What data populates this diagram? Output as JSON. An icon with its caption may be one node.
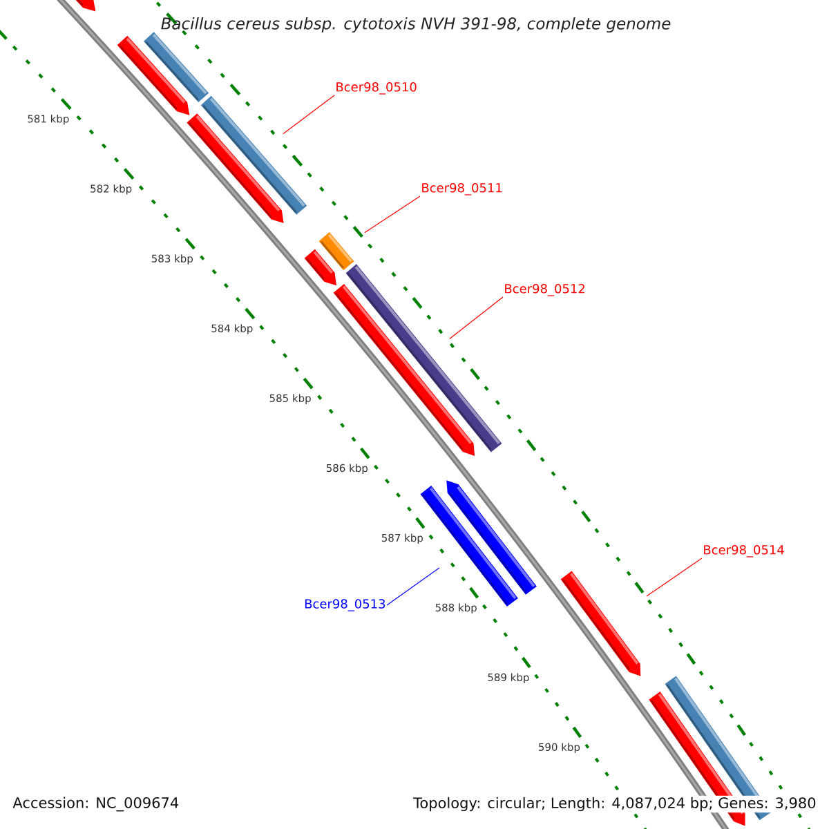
{
  "diagram": {
    "title": "Bacillus cereus subsp. cytotoxis NVH 391-98, complete genome",
    "nodes": [
      {
        "text": [
          "Bcer98_0510"
        ]
      },
      {
        "text": [
          "Bcer98_0511"
        ]
      },
      {
        "text": [
          "Bcer98_0512"
        ]
      },
      {
        "text": [
          "Bcer98_0513"
        ]
      },
      {
        "text": [
          "Bcer98_0514"
        ]
      },
      {
        "text": [],
        "shape": "bar"
      },
      {
        "text": [],
        "shape": "bar"
      },
      {
        "text": [],
        "shape": "bar"
      },
      {
        "text": [],
        "shape": "bar"
      },
      {
        "text": [],
        "shape": "bar"
      }
    ],
    "edges": [
      {
        "from": 0,
        "to": 5,
        "arrow": "none"
      },
      {
        "from": 1,
        "to": 6,
        "arrow": "none"
      },
      {
        "from": 2,
        "to": 7,
        "arrow": "none"
      },
      {
        "from": 3,
        "to": 8,
        "arrow": "none",
        "color": "#0000ff"
      },
      {
        "from": 4,
        "to": 9,
        "arrow": "none"
      }
    ],
    "labels": [
      "581 kbp",
      "582 kbp",
      "583 kbp",
      "584 kbp",
      "585 kbp",
      "586 kbp",
      "587 kbp",
      "588 kbp",
      "589 kbp",
      "590 kbp",
      "Accession: NC_009674",
      "Topology: circular; Length: 4,087,024 bp; Genes: 3,980"
    ]
  }
}
